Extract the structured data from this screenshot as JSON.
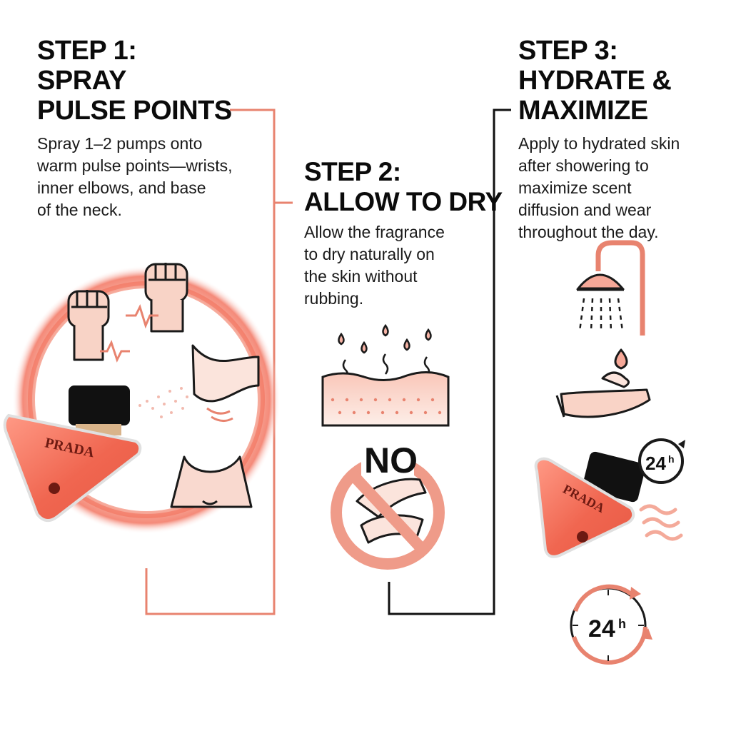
{
  "steps": [
    {
      "title_lines": [
        "STEP 1:",
        "SPRAY",
        "PULSE POINTS"
      ],
      "body_lines": [
        "Spray 1–2 pumps onto",
        "warm pulse points—wrists,",
        "inner elbows, and base",
        "of the neck."
      ]
    },
    {
      "title_lines": [
        "STEP 2:",
        "ALLOW TO DRY"
      ],
      "body_lines": [
        "Allow the fragrance",
        "to dry naturally on",
        "the skin without",
        "rubbing."
      ]
    },
    {
      "title_lines": [
        "STEP 3:",
        "HYDRATE &",
        "MAXIMIZE"
      ],
      "body_lines": [
        "Apply to hydrated skin",
        "after showering to",
        "maximize scent",
        "diffusion and wear",
        "throughout the day."
      ]
    }
  ],
  "no_rub_label": "NO",
  "wear_badge": {
    "number": "24",
    "unit": "h"
  },
  "brand_logo": "PRADA",
  "colors": {
    "accent": "#e8836f",
    "accent_light": "#f6c1b3",
    "bottle": "#f2705c",
    "cap": "#111111",
    "no_sign": "#ef9b89",
    "text": "#111111"
  },
  "icons": [
    "fist-icon",
    "pulse-icon",
    "elbow-icon",
    "neck-icon",
    "spray-mist-icon",
    "perfume-bottle-icon",
    "evaporation-icon",
    "skin-layer-icon",
    "no-rubbing-icon",
    "shower-icon",
    "lotion-hand-icon",
    "scent-waves-icon",
    "clock-24h-icon"
  ]
}
